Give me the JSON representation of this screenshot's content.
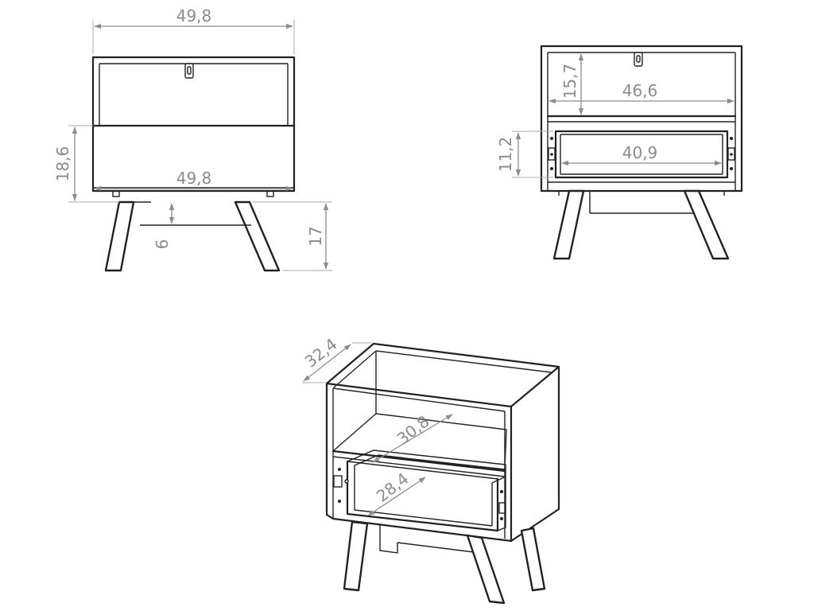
{
  "front_view": {
    "top_width": "49,8",
    "drawer_height": "18,6",
    "drawer_width": "49,8",
    "leg_inset": "6",
    "leg_height": "17"
  },
  "open_front_view": {
    "shelf_height": "15,7",
    "inner_width": "46,6",
    "drawer_height": "11,2",
    "drawer_inner_width": "40,9"
  },
  "iso_view": {
    "depth": "32,4",
    "shelf_depth": "30,8",
    "drawer_depth": "28,4"
  },
  "colors": {
    "line": "#222222",
    "dimension": "#8c8c8c"
  }
}
